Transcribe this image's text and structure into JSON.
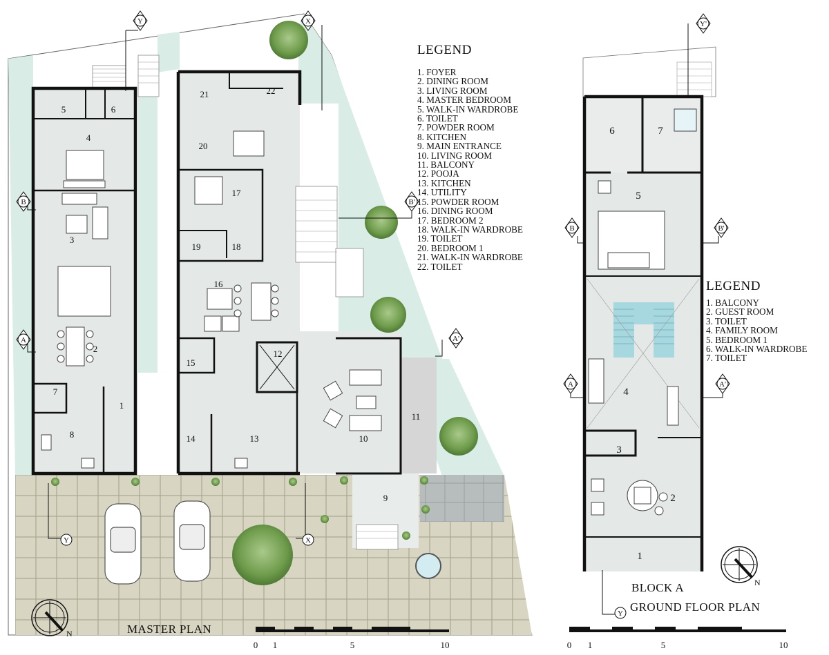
{
  "master_plan": {
    "title": "MASTER PLAN",
    "legend_title": "LEGEND",
    "legend": [
      "1. FOYER",
      "2. DINING ROOM",
      "3. LIVING ROOM",
      "4. MASTER BEDROOM",
      "5. WALK-IN WARDROBE",
      "6. TOILET",
      "7. POWDER ROOM",
      "8. KITCHEN",
      "9. MAIN ENTRANCE",
      "10. LIVING ROOM",
      "11. BALCONY",
      "12. POOJA",
      "13. KITCHEN",
      "14. UTILITY",
      "15. POWDER ROOM",
      "16. DINING ROOM",
      "17. BEDROOM 2",
      "18. WALK-IN WARDROBE",
      "19. TOILET",
      "20. BEDROOM 1",
      "21. WALK-IN WARDROBE",
      "22. TOILET"
    ],
    "scale_labels": [
      "0",
      "1",
      "5",
      "10"
    ],
    "section_markers": {
      "y": "Y",
      "x": "X",
      "b": "B",
      "a": "A",
      "b_prime": "B'",
      "a_prime": "A'"
    },
    "north_label": "N"
  },
  "block_a": {
    "title": "BLOCK A",
    "subtitle": "GROUND FLOOR PLAN",
    "legend_title": "LEGEND",
    "legend": [
      "1. BALCONY",
      "2. GUEST ROOM",
      "3. TOILET",
      "4. FAMILY ROOM",
      "5. BEDROOM 1",
      "6. WALK-IN WARDROBE",
      "7. TOILET"
    ],
    "scale_labels": [
      "0",
      "1",
      "5",
      "10"
    ],
    "section_markers": {
      "y_prime": "Y'",
      "y": "Y",
      "b": "B",
      "b_prime": "B'",
      "a": "A",
      "a_prime": "A'"
    },
    "north_label": "N"
  },
  "colors": {
    "lawn": "#d9ede6",
    "paving": "#d8d6c2",
    "paving_joint": "#a9a791",
    "interior": "#e4e8e6",
    "wall": "#111111",
    "stair_blue": "#a7d8e0",
    "tree": "#6a9a4a",
    "balcony_gray": "#d6d6d6"
  }
}
